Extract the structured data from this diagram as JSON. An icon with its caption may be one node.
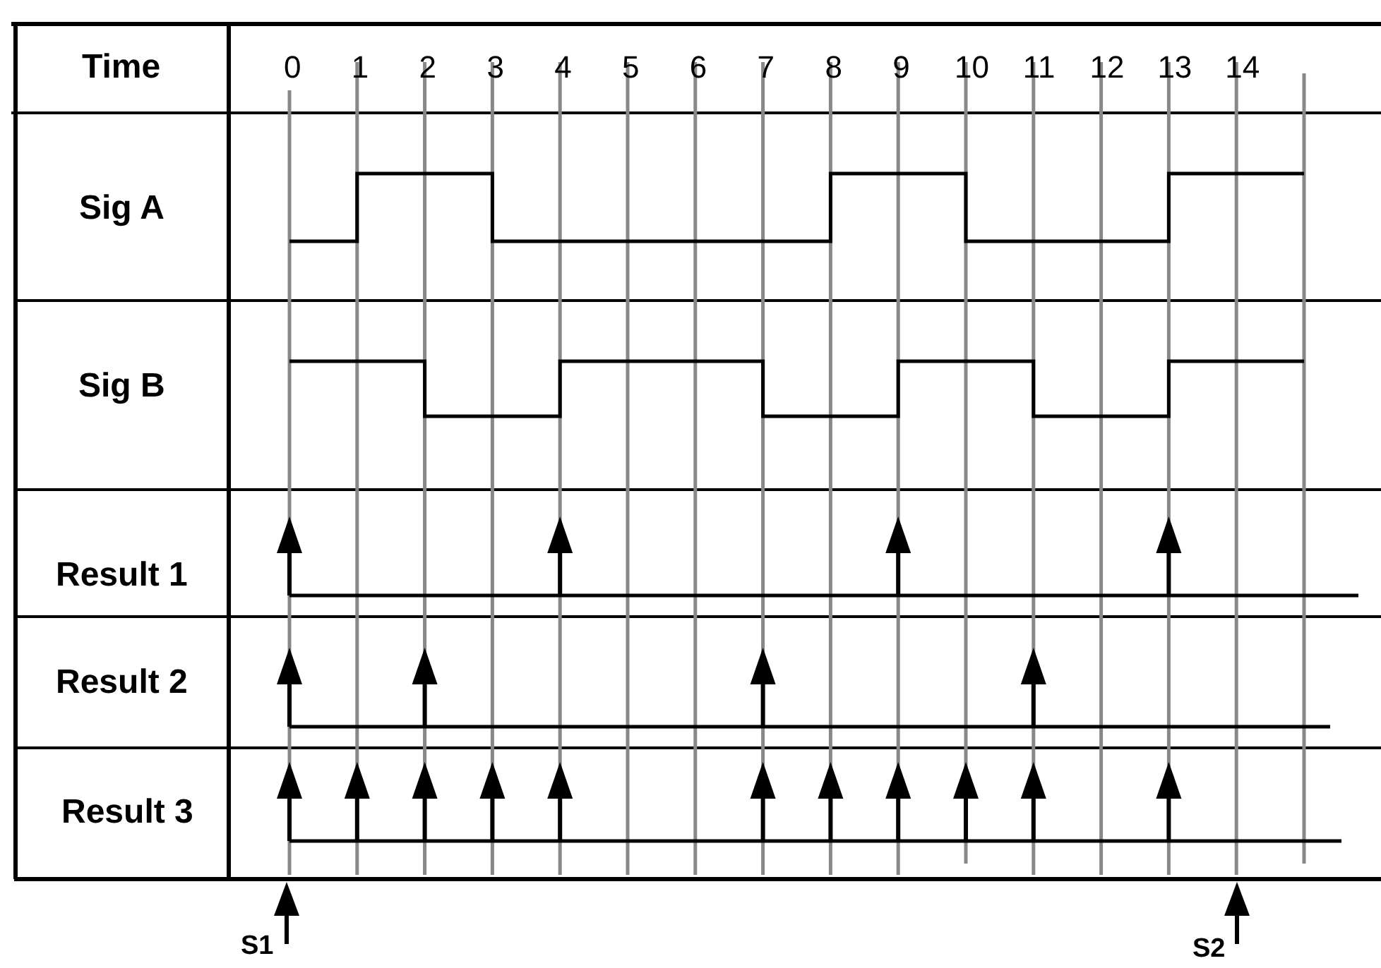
{
  "diagram": {
    "labels": [
      "Time",
      "0",
      "1",
      "2",
      "3",
      "4",
      "5",
      "6",
      "7",
      "8",
      "9",
      "10",
      "11",
      "12",
      "13",
      "14",
      "Sig A",
      "Sig B",
      "Result 1",
      "Result 2",
      "Result 3",
      "S1",
      "S2"
    ]
  }
}
